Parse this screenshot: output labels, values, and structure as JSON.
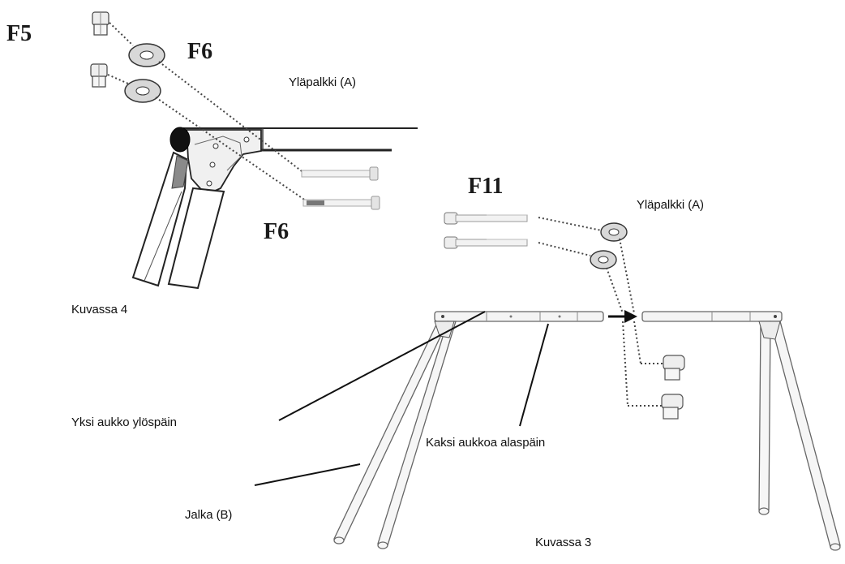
{
  "part_labels": {
    "f5": "F5",
    "f6_top": "F6",
    "f6_bottom": "F6",
    "f11": "F11"
  },
  "labels": {
    "top_beam_a_1": "Yläpalkki  (A)",
    "top_beam_a_2": "Yläpalkki  (A)",
    "figure_4": "Kuvassa 4",
    "figure_3": "Kuvassa 3",
    "one_hole_up": "Yksi aukko ylöspäin",
    "two_holes_down": "Kaksi aukkoa alaspäin",
    "leg_b": "Jalka (B)"
  },
  "colors": {
    "ink": "#1a1a1a",
    "line": "#555555",
    "metal": "#e6e6e6",
    "dark_cap": "#111111"
  }
}
